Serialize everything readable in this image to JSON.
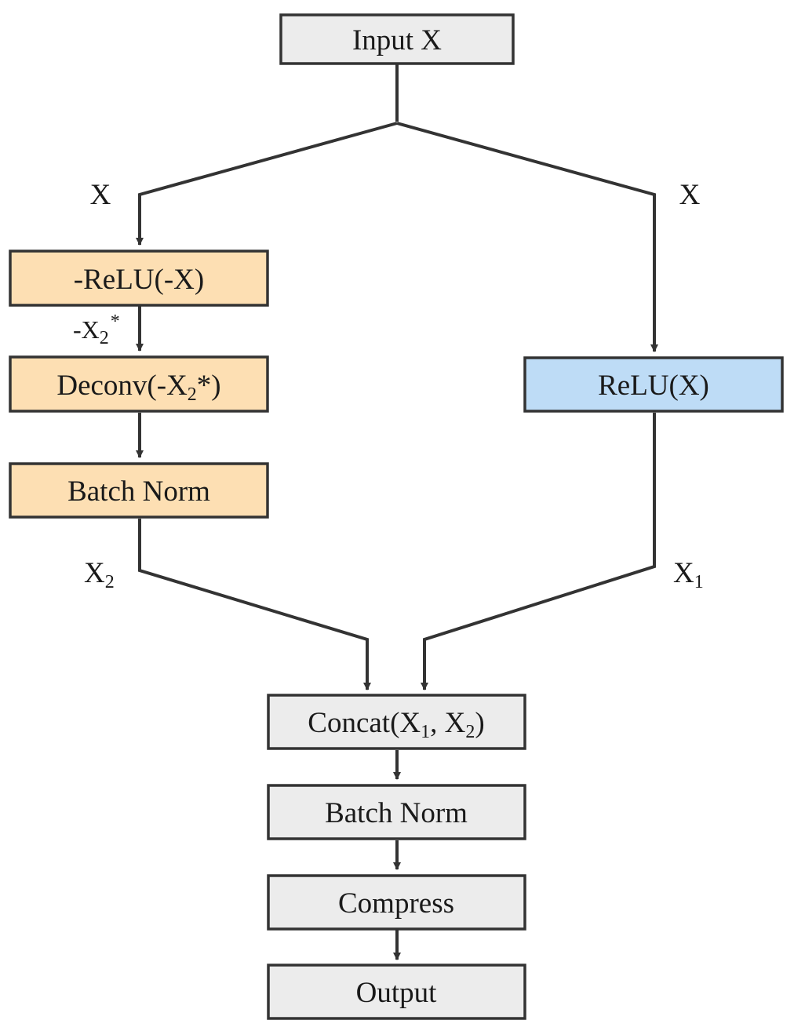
{
  "colors": {
    "default_fill": "#ececec",
    "orange_fill": "#fddfb3",
    "blue_fill": "#bedcf6",
    "stroke": "#333333"
  },
  "nodes": {
    "input": {
      "base": "Input X"
    },
    "neg_relu": {
      "base": "-ReLU(-X)"
    },
    "deconv": {
      "a": "Deconv(-X",
      "sub": "2",
      "b": "*)"
    },
    "batch_norm_left": {
      "base": "Batch Norm"
    },
    "relu": {
      "base": "ReLU(X)"
    },
    "concat": {
      "a": "Concat(X",
      "sub1": "1",
      "b": ", X",
      "sub2": "2",
      "c": ")"
    },
    "batch_norm": {
      "base": "Batch Norm"
    },
    "compress": {
      "base": "Compress"
    },
    "output": {
      "base": "Output"
    }
  },
  "edge_labels": {
    "left_x": "X",
    "right_x": "X",
    "neg_x2_star": {
      "base": "-X",
      "sub": "2",
      "sup": "*"
    },
    "x2": {
      "base": "X",
      "sub": "2"
    },
    "x1": {
      "base": "X",
      "sub": "1"
    }
  }
}
